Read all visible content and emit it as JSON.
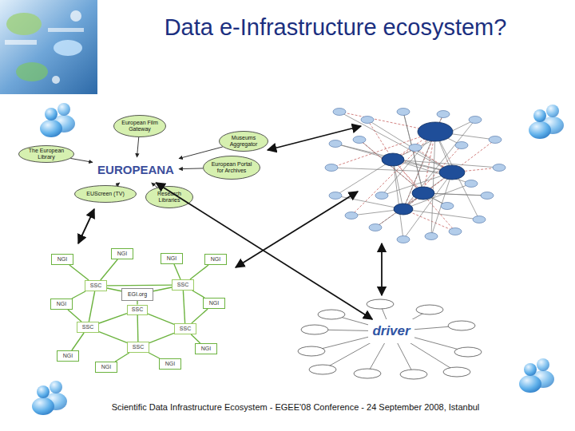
{
  "diagram": {
    "title": "Data e-Infrastructure ecosystem?",
    "caption": "Scientific Data Infrastructure Ecosystem - EGEE'08 Conference - 24 September 2008, Istanbul",
    "nodes": [
      {
        "text": [
          "European Film Gateway"
        ]
      },
      {
        "text": [
          "Museums Aggregator"
        ]
      },
      {
        "text": [
          "The European Library"
        ]
      },
      {
        "text": [
          "EUROPEANA"
        ]
      },
      {
        "text": [
          "European Portal for Archives"
        ]
      },
      {
        "text": [
          "EUScreen (TV)"
        ]
      },
      {
        "text": [
          "Research Libraries"
        ]
      },
      {
        "text": [
          "NGI"
        ]
      },
      {
        "text": [
          "NGI"
        ]
      },
      {
        "text": [
          "NGI"
        ]
      },
      {
        "text": [
          "NGI"
        ]
      },
      {
        "text": [
          "SSC"
        ]
      },
      {
        "text": [
          "SSC"
        ]
      },
      {
        "text": [
          "EGI.org"
        ]
      },
      {
        "text": [
          "NGI"
        ]
      },
      {
        "text": [
          "NGI"
        ]
      },
      {
        "text": [
          "SSC"
        ]
      },
      {
        "text": [
          "SSC"
        ]
      },
      {
        "text": [
          "SSC"
        ]
      },
      {
        "text": [
          "driver"
        ]
      },
      {
        "text": [
          "SSC"
        ]
      },
      {
        "text": [
          "NGI"
        ]
      },
      {
        "text": [
          "NGI"
        ]
      },
      {
        "text": [
          "NGI"
        ]
      },
      {
        "text": [
          "NGI"
        ]
      }
    ],
    "edges": [
      {
        "from": 0,
        "to": 3,
        "arrow": "to"
      },
      {
        "from": 1,
        "to": 3,
        "arrow": "to"
      },
      {
        "from": 2,
        "to": 3,
        "arrow": "to"
      },
      {
        "from": 4,
        "to": 3,
        "arrow": "to"
      },
      {
        "from": 5,
        "to": 3,
        "arrow": "to"
      },
      {
        "from": 6,
        "to": 3,
        "arrow": "to"
      },
      {
        "from": 3,
        "to": 19,
        "arrow": "both"
      },
      {
        "from": 11,
        "to": 7,
        "arrow": "none"
      },
      {
        "from": 11,
        "to": 8,
        "arrow": "none"
      },
      {
        "from": 11,
        "to": 14,
        "arrow": "none"
      },
      {
        "from": 12,
        "to": 9,
        "arrow": "none"
      },
      {
        "from": 12,
        "to": 10,
        "arrow": "none"
      },
      {
        "from": 12,
        "to": 15,
        "arrow": "none"
      },
      {
        "from": 17,
        "to": 14,
        "arrow": "none"
      },
      {
        "from": 17,
        "to": 22,
        "arrow": "none"
      },
      {
        "from": 18,
        "to": 15,
        "arrow": "none"
      },
      {
        "from": 18,
        "to": 21,
        "arrow": "none"
      },
      {
        "from": 20,
        "to": 24,
        "arrow": "none"
      },
      {
        "from": 20,
        "to": 23,
        "arrow": "none"
      },
      {
        "from": 13,
        "to": 11,
        "arrow": "none"
      },
      {
        "from": 13,
        "to": 12,
        "arrow": "none"
      },
      {
        "from": 13,
        "to": 16,
        "arrow": "none"
      },
      {
        "from": 16,
        "to": 17,
        "arrow": "none"
      },
      {
        "from": 16,
        "to": 18,
        "arrow": "none"
      },
      {
        "from": 16,
        "to": 20,
        "arrow": "none"
      },
      {
        "from": 11,
        "to": 12,
        "arrow": "none"
      },
      {
        "from": 12,
        "to": 18,
        "arrow": "none"
      },
      {
        "from": 18,
        "to": 20,
        "arrow": "none"
      },
      {
        "from": 20,
        "to": 17,
        "arrow": "none"
      },
      {
        "from": 17,
        "to": 11,
        "arrow": "none"
      }
    ]
  }
}
